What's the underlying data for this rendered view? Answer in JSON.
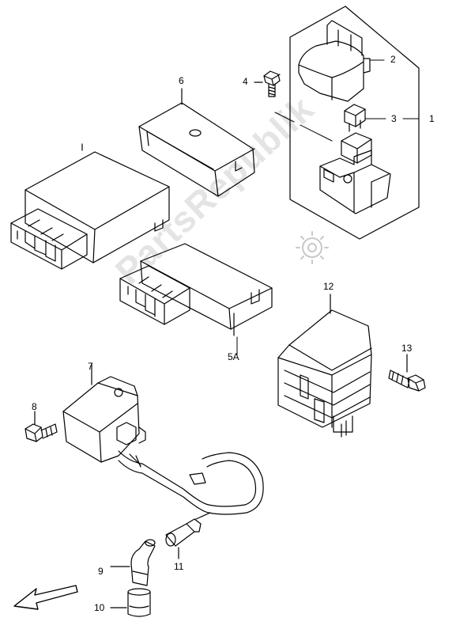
{
  "watermark": "PartsRepublik",
  "callouts": {
    "c1": "1",
    "c2": "2",
    "c3": "3",
    "c4": "4",
    "c5a": "5A",
    "c6": "6",
    "c7": "7",
    "c8": "8",
    "c9": "9",
    "c10": "10",
    "c11": "11",
    "c12": "12",
    "c13": "13"
  },
  "icons": {
    "gear": "gear-icon",
    "arrow": "front-direction-arrow"
  }
}
